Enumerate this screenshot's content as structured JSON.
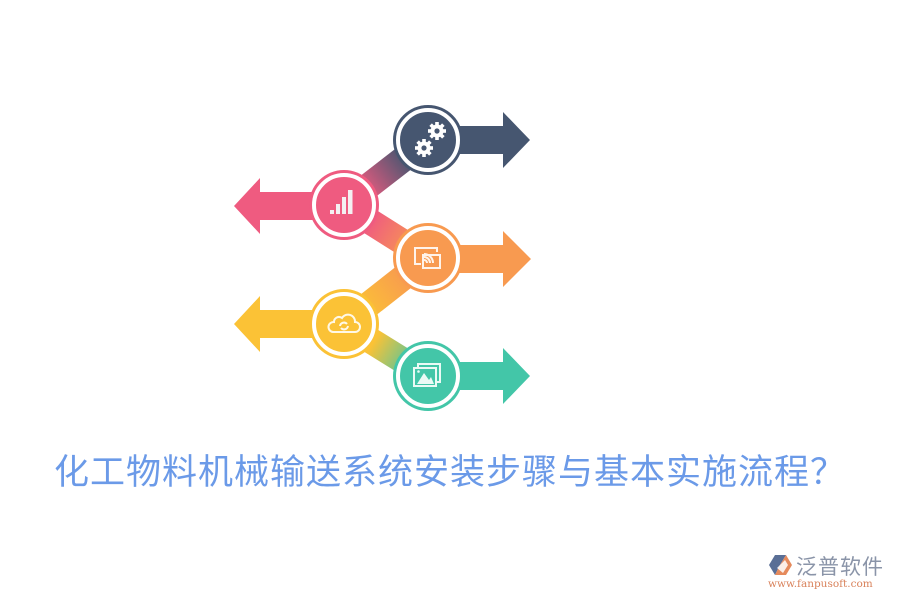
{
  "title": "化工物料机械输送系统安装步骤与基本实施流程？",
  "colors": {
    "title": "#6b9ae8",
    "step1": "#465670",
    "step2": "#ef5b80",
    "step3": "#f89a50",
    "step4": "#fbc236",
    "step5": "#43c6a8",
    "ring": "#ffffff"
  },
  "steps": [
    {
      "index": 1,
      "icon": "gears-icon",
      "direction": "right",
      "color": "#465670"
    },
    {
      "index": 2,
      "icon": "bar-chart-icon",
      "direction": "left",
      "color": "#ef5b80"
    },
    {
      "index": 3,
      "icon": "screen-cast-icon",
      "direction": "right",
      "color": "#f89a50"
    },
    {
      "index": 4,
      "icon": "cloud-sync-icon",
      "direction": "left",
      "color": "#fbc236"
    },
    {
      "index": 5,
      "icon": "image-gallery-icon",
      "direction": "right",
      "color": "#43c6a8"
    }
  ],
  "logo": {
    "name": "泛普软件",
    "url": "www.fanpusoft.com",
    "icon": "fanpu-logo-icon"
  }
}
